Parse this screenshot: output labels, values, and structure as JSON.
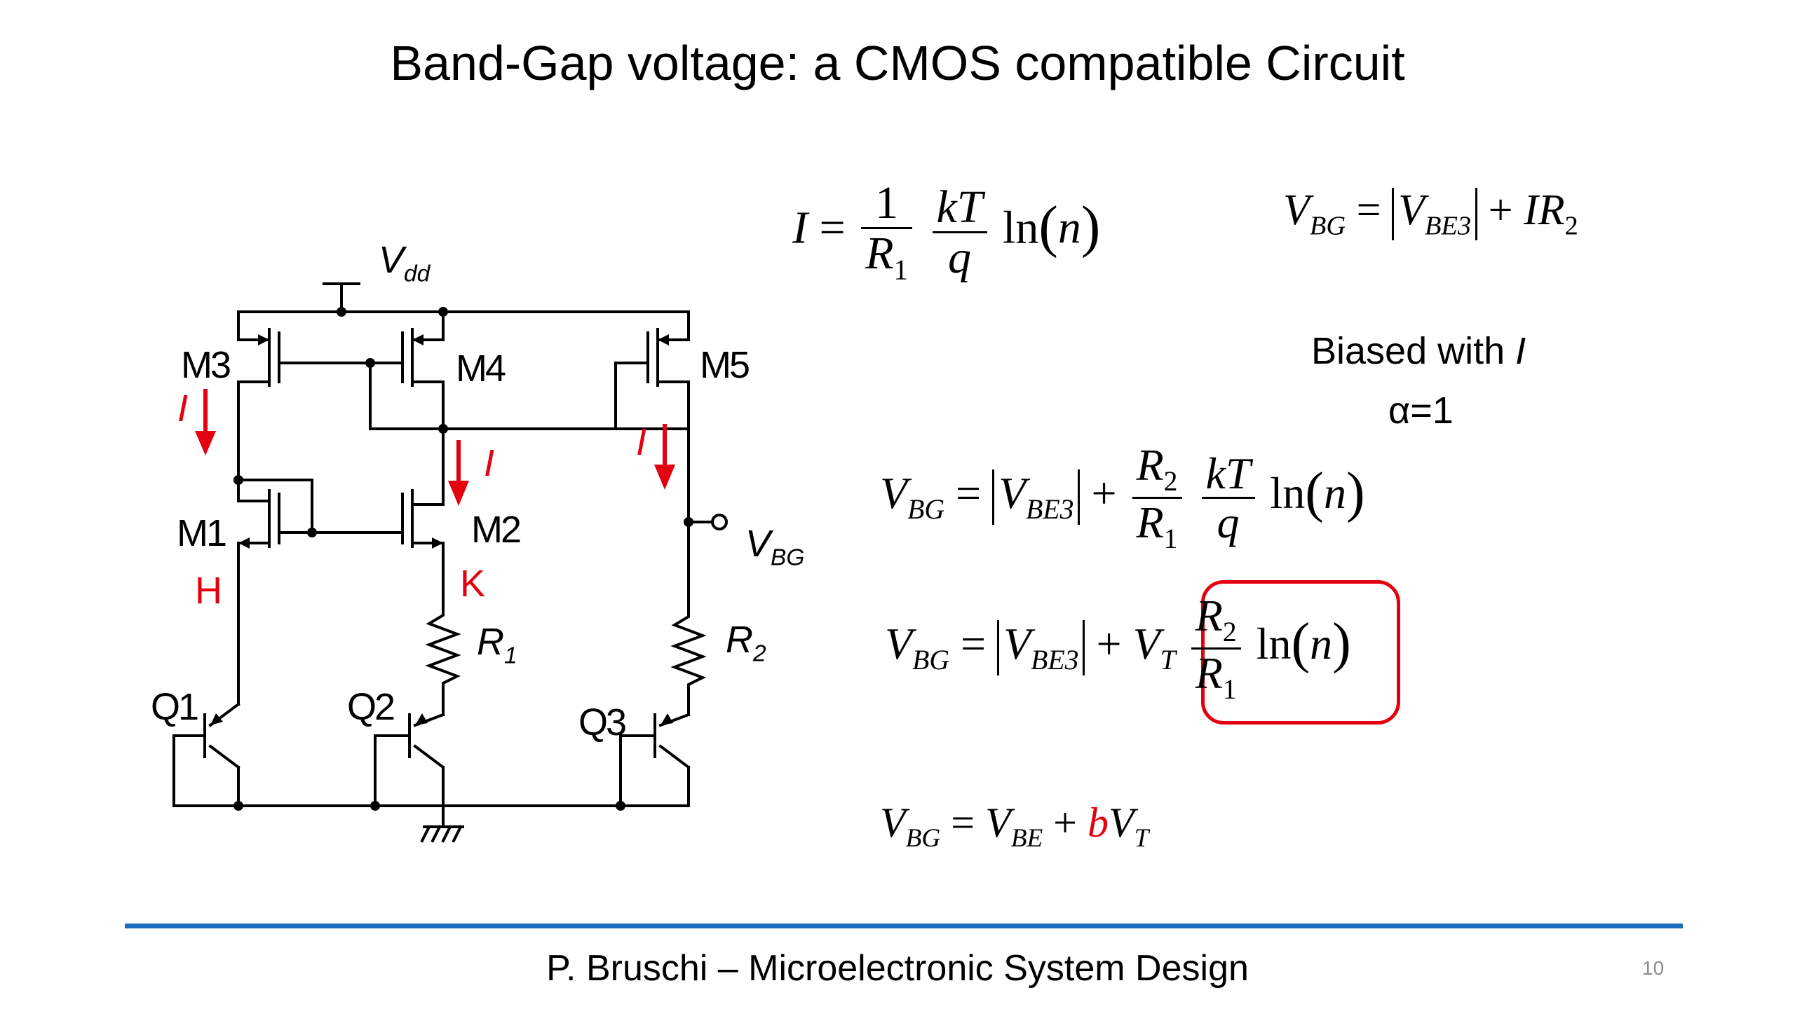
{
  "slide": {
    "title": "Band-Gap voltage: a CMOS compatible Circuit",
    "footer": "P. Bruschi – Microelectronic System Design",
    "page_number": "10"
  },
  "circuit": {
    "supply_label": "V",
    "supply_sub": "dd",
    "transistors": [
      "M3",
      "M4",
      "M5",
      "M1",
      "M2"
    ],
    "bjts": [
      "Q1",
      "Q2",
      "Q3"
    ],
    "nodes": [
      "H",
      "K"
    ],
    "current_label": "I",
    "output_label": "V",
    "output_sub": "BG",
    "resistors": [
      {
        "name": "R",
        "sub": "1"
      },
      {
        "name": "R",
        "sub": "2"
      }
    ]
  },
  "equations": {
    "eq1": {
      "lhs": "I",
      "eq": "=",
      "num1": "1",
      "den1": "R",
      "den1_sub": "1",
      "num2": "kT",
      "den2": "q",
      "fn": "ln",
      "arg": "n"
    },
    "eq2": {
      "lhs": "V",
      "lhs_sub": "BG",
      "eq": "=",
      "abs": "V",
      "abs_sub": "BE3",
      "plus": "+",
      "term": "IR",
      "term_sub": "2"
    },
    "eq3": {
      "lhs": "V",
      "lhs_sub": "BG",
      "eq": "=",
      "abs": "V",
      "abs_sub": "BE3",
      "plus": "+",
      "num1": "R",
      "num1_sub": "2",
      "den1": "R",
      "den1_sub": "1",
      "num2": "kT",
      "den2": "q",
      "fn": "ln",
      "arg": "n"
    },
    "eq4": {
      "lhs": "V",
      "lhs_sub": "BG",
      "eq": "=",
      "abs": "V",
      "abs_sub": "BE3",
      "plus": "+",
      "vt": "V",
      "vt_sub": "T",
      "num": "R",
      "num_sub": "2",
      "den": "R",
      "den_sub": "1",
      "fn": "ln",
      "arg": "n"
    },
    "eq5": {
      "lhs": "V",
      "lhs_sub": "BG",
      "eq": "=",
      "vbe": "V",
      "vbe_sub": "BE",
      "plus": "+",
      "b": "b",
      "vt": "V",
      "vt_sub": "T"
    }
  },
  "annotations": {
    "biased_line1": "Biased with ",
    "biased_italic": "I",
    "alpha": "α=1"
  },
  "colors": {
    "accent_red": "#e3000f",
    "footer_rule": "#1a6fc0"
  }
}
